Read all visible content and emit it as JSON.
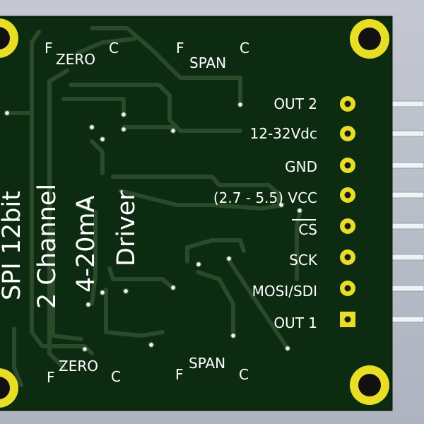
{
  "pcb": {
    "background": "#b8bcc8",
    "board_color": "#0d2b10",
    "trace_color": "#2b4a2a",
    "silk_color": "#ffffff",
    "pad_color": "#e8de26",
    "header_pin_color": "#ecf2f6",
    "title": {
      "line1": "SPI 12bit",
      "line2": "2 Channel",
      "line3": "4-20mA",
      "line4": "Driver"
    },
    "f_zero_top": {
      "f": "F",
      "main": "ZERO",
      "suffix": "C"
    },
    "f_span_top": {
      "f": "F",
      "main": "SPAN",
      "suffix": "C"
    },
    "f_zero_bottom": {
      "f": "F",
      "main": "ZERO",
      "suffix": "C"
    },
    "f_span_bottom": {
      "f": "F",
      "main": "SPAN",
      "suffix": "C"
    },
    "pins": [
      {
        "label": "OUT 2",
        "overline": false
      },
      {
        "label": "12-32Vdc",
        "overline": false
      },
      {
        "label": "GND",
        "overline": false
      },
      {
        "label": "(2.7 - 5.5) VCC",
        "overline": false
      },
      {
        "label": "CS",
        "overline": true
      },
      {
        "label": "SCK",
        "overline": false
      },
      {
        "label": "MOSI/SDI",
        "overline": false
      },
      {
        "label": "OUT 1",
        "overline": false
      }
    ]
  }
}
